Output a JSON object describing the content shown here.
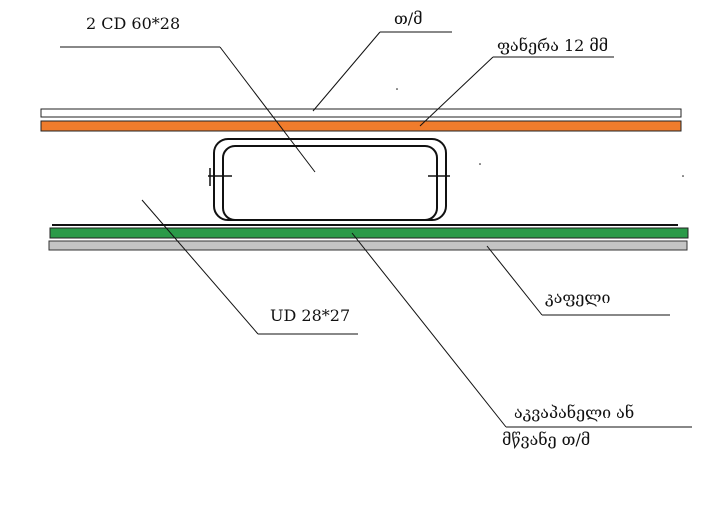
{
  "labels": {
    "profile_cd": "2 CD 60*28",
    "gypsum_top": "თ/მ",
    "plywood": "ფანერა 12 მმ",
    "profile_ud": "UD 28*27",
    "tile": "კაფელი",
    "waterproof_line1": "აკვაპანელი ან",
    "waterproof_line2": "მწვანე თ/მ"
  },
  "colors": {
    "plywood": "#f07c2c",
    "green_board": "#2a9a48",
    "tile": "#c4c4c4",
    "line": "#111111"
  }
}
